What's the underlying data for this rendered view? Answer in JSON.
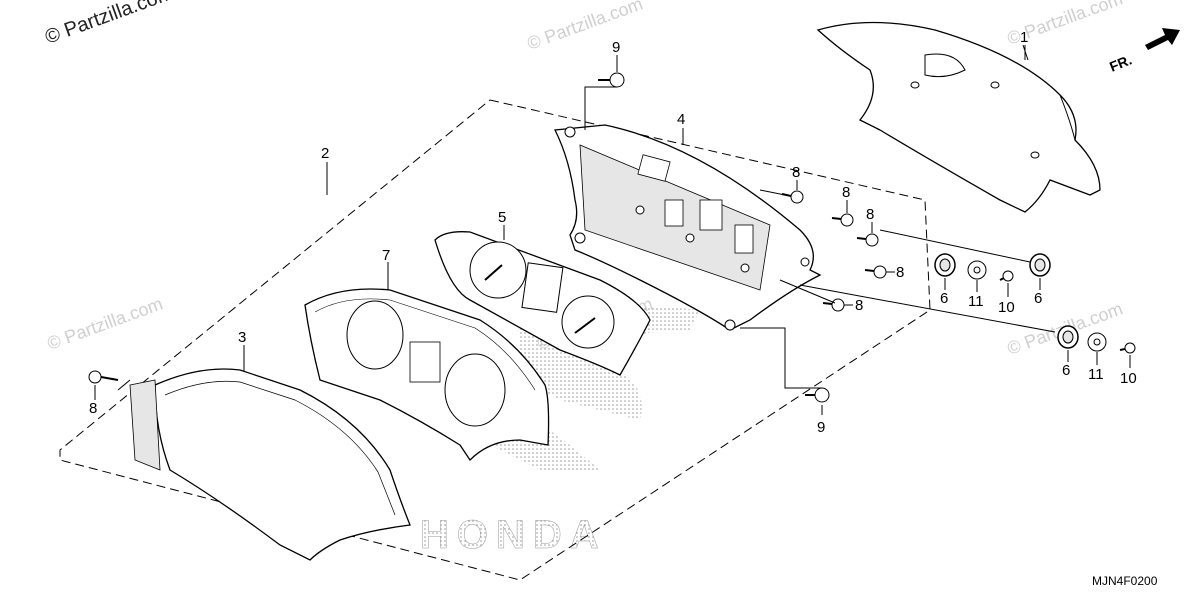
{
  "watermark": {
    "copyright": "© Partzilla.com",
    "faint": "© Partzilla.com"
  },
  "direction_label": "FR.",
  "diagram_code": "MJN4F0200",
  "logo_text": "HONDA",
  "callouts": {
    "c1": "1",
    "c2": "2",
    "c3": "3",
    "c4": "4",
    "c5": "5",
    "c6a": "6",
    "c6b": "6",
    "c6c": "6",
    "c7": "7",
    "c8a": "8",
    "c8b": "8",
    "c8c": "8",
    "c8d": "8",
    "c8e": "8",
    "c8f": "8",
    "c9a": "9",
    "c9b": "9",
    "c10a": "10",
    "c10b": "10",
    "c11a": "11",
    "c11b": "11"
  },
  "colors": {
    "line": "#000000",
    "watermark": "#cfcfcf",
    "part_fill": "#ffffff",
    "shade": "#e6e6e6"
  }
}
